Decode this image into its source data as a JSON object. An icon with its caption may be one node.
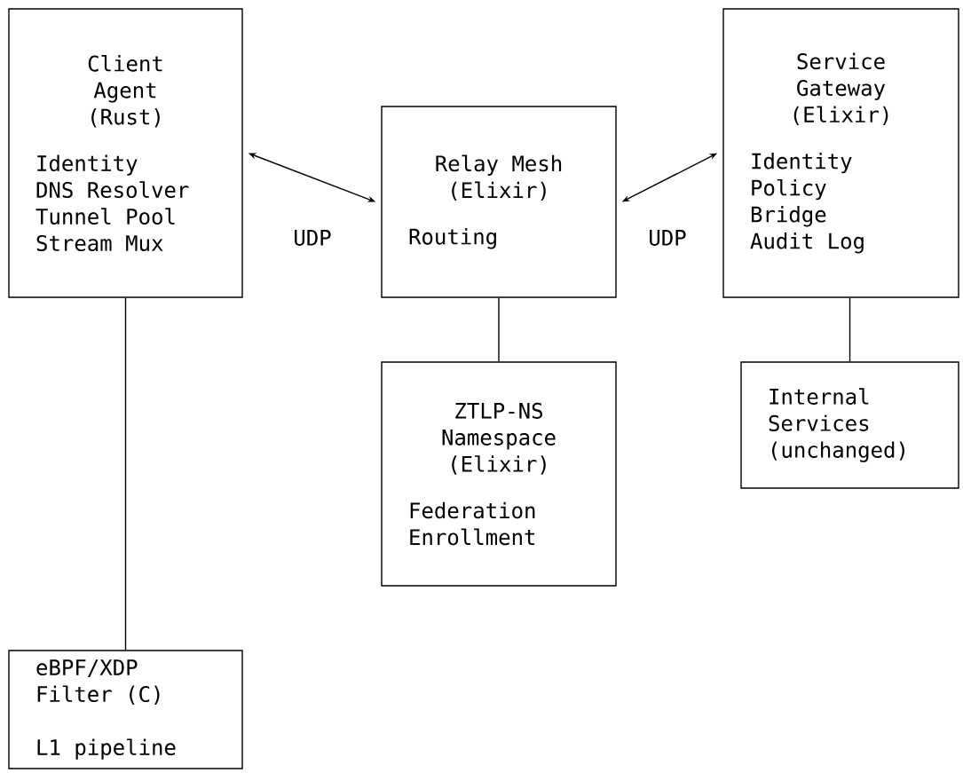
{
  "diagram": {
    "nodes": [
      {
        "text": [
          "Client Agent (Rust)",
          "Identity",
          "DNS Resolver",
          "Tunnel Pool",
          "Stream Mux"
        ]
      },
      {
        "text": [
          "Relay Mesh (Elixir)",
          "Routing"
        ]
      },
      {
        "text": [
          "Service Gateway (Elixir)",
          "Identity",
          "Policy",
          "Bridge",
          "Audit Log"
        ]
      },
      {
        "text": [
          "ZTLP-NS Namespace (Elixir)",
          "Federation",
          "Enrollment"
        ]
      },
      {
        "text": [
          "Internal Services (unchanged)"
        ]
      },
      {
        "text": [
          "eBPF/XDP Filter (C)",
          "L1 pipeline"
        ]
      }
    ],
    "edges": [
      {
        "from": 0,
        "to": 1,
        "arrow": "both",
        "label": "UDP"
      },
      {
        "from": 1,
        "to": 2,
        "arrow": "both",
        "label": "UDP"
      },
      {
        "from": 0,
        "to": 5,
        "arrow": "none"
      },
      {
        "from": 1,
        "to": 3,
        "arrow": "none"
      },
      {
        "from": 2,
        "to": 4,
        "arrow": "none"
      }
    ]
  }
}
